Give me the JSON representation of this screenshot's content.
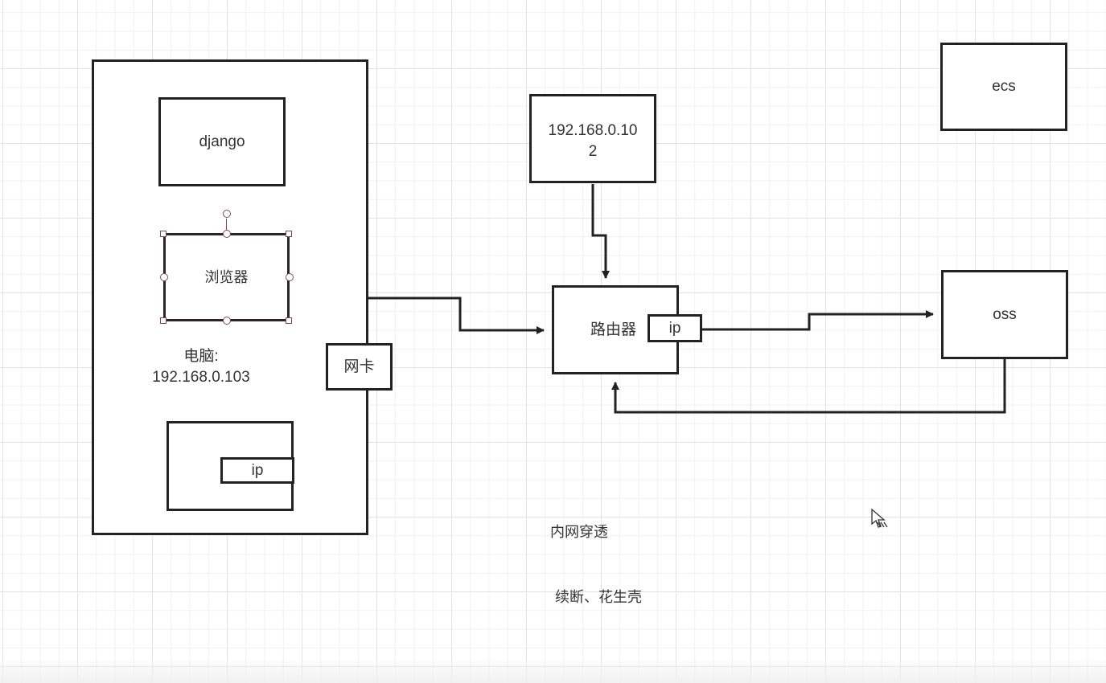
{
  "diagram": {
    "nodes": {
      "computer": {
        "label": "电脑:\n192.168.0.103",
        "line1": "电脑:",
        "line2": "192.168.0.103"
      },
      "django": {
        "label": "django"
      },
      "browser": {
        "label": "浏览器",
        "selected": true
      },
      "inner_box": {
        "label": ""
      },
      "inner_ip": {
        "label": "ip"
      },
      "nic": {
        "label": "网卡"
      },
      "host_102": {
        "line1": "192.168.0.10",
        "line2": "2"
      },
      "router": {
        "label": "路由器"
      },
      "router_ip": {
        "label": "ip"
      },
      "ecs": {
        "label": "ecs"
      },
      "oss": {
        "label": "oss"
      }
    },
    "edges": [
      {
        "from": "computer",
        "to": "router",
        "arrow": "end"
      },
      {
        "from": "host_102",
        "to": "router",
        "arrow": "end"
      },
      {
        "from": "router_ip",
        "to": "oss",
        "arrow": "end"
      },
      {
        "from": "oss",
        "to": "router",
        "arrow": "end"
      }
    ],
    "notes": {
      "intranet_penetration": "内网穿透",
      "tools": "续断、花生壳"
    },
    "colors": {
      "stroke": "#222222",
      "selection": "#7a4a5a",
      "text": "#333333"
    }
  }
}
